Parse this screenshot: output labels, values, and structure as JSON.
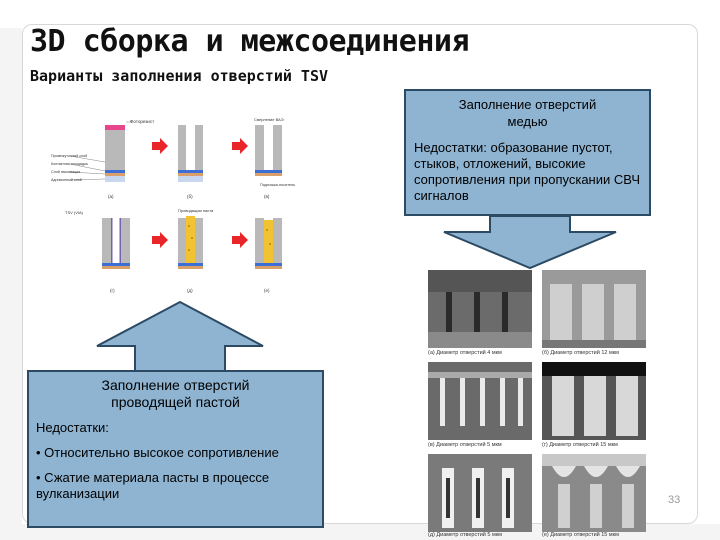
{
  "title": "3D сборка и межсоединения",
  "subtitle": "Варианты заполнения отверстий TSV",
  "page_number": "33",
  "copper_callout": {
    "heading_line1": "Заполнение отверстий",
    "heading_line2": "медью",
    "body": "Недостатки: образование пустот, стыков, отложений, высокие сопротивления при пропускании СВЧ сигналов"
  },
  "paste_callout": {
    "heading_line1": "Заполнение отверстий",
    "heading_line2": "проводящей пастой",
    "intro": "Недостатки:",
    "bullets": [
      "• Относительно высокое сопротивление",
      "• Сжатие материала пасты в процессе вулканизации"
    ]
  },
  "diagram": {
    "labels": {
      "photoresist": "Фоторезист",
      "grinding_hole": "Сверление ВАЭ",
      "bonding_layer": "Промежуточный слой",
      "contact_pad": "Контактная площадка",
      "passivation": "Слой пассивации",
      "carrier": "Адгезионный слой",
      "substrate_removal": "Подложка-носитель",
      "tsv_barrier": "TSV (VIA)",
      "conductive_paste": "Проводящая паста"
    },
    "steps": [
      "(а)",
      "(б)",
      "(в)",
      "(г)",
      "(д)",
      "(е)"
    ]
  },
  "sem_captions": [
    "(а) Диаметр отверстий 4 мкм",
    "(б) Диаметр отверстий 12 мкм",
    "(в) Диаметр отверстий 5 мкм",
    "(г) Диаметр отверстий 15 мкм",
    "(д) Диаметр отверстий 5 мкм",
    "(е) Диаметр отверстий 15 мкм"
  ],
  "colors": {
    "callout_fill": "#8eb4d2",
    "callout_border": "#2c4a63",
    "step_arrow": "#e8262a",
    "wafer_gray": "#b9b9b9",
    "photoresist_pink": "#e8468c",
    "paste_yellow": "#f1c232",
    "contact_blue": "#3b6fd6"
  }
}
